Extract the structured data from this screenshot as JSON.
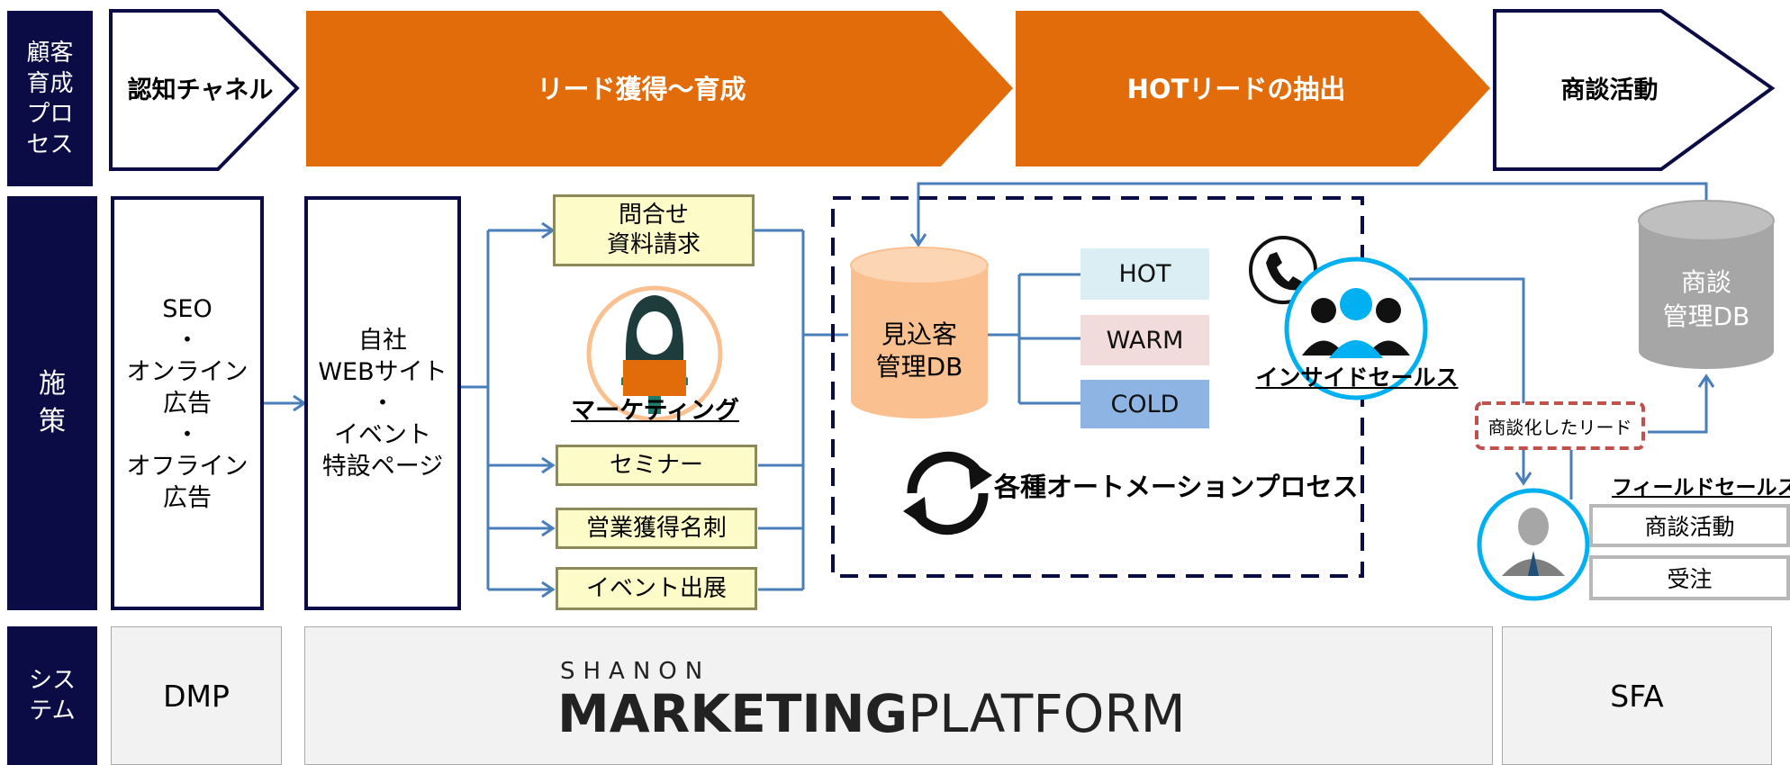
{
  "rows": {
    "process": "顧客\n育成\nプロ\nセス",
    "measures": "施\n策",
    "system": "シス\nテム"
  },
  "steps": [
    {
      "label": "認知チャネル"
    },
    {
      "label": "リード獲得〜育成"
    },
    {
      "label": "HOTリードの抽出"
    },
    {
      "label": "商談活動"
    }
  ],
  "channels": {
    "awareness": "SEO\n・\nオンライン\n広告\n・\nオフライン\n広告",
    "website": "自社\nWEBサイト\n・\nイベント\n特設ページ"
  },
  "lead_sources": [
    "問合せ\n資料請求",
    "セミナー",
    "営業獲得名刺",
    "イベント出展"
  ],
  "marketing_label": "マーケティング",
  "prospect_db": "見込客\n管理DB",
  "statuses": [
    {
      "label": "HOT",
      "color": "#daeef3"
    },
    {
      "label": "WARM",
      "color": "#f2dcdb"
    },
    {
      "label": "COLD",
      "color": "#8eb4e3"
    }
  ],
  "automation_label": "各種オートメーションプロセス",
  "inside_sales_label": "インサイドセールス",
  "deal_db": "商談\n管理DB",
  "converted_lead": "商談化したリード",
  "field_sales_label": "フィールドセールス",
  "field_tasks": [
    "商談活動",
    "受注"
  ],
  "systems": {
    "dmp": "DMP",
    "platform_top": "SHANON",
    "platform_bold": "MARKETING",
    "platform_light": "PLATFORM",
    "sfa": "SFA"
  },
  "colors": {
    "navy": "#0b0b45",
    "orange": "#e36c0a",
    "blue": "#4a7ebb",
    "cyan": "#00b0f0",
    "peach": "#fac090",
    "gray": "#a6a6a6",
    "red": "#c0504d"
  },
  "icons": [
    "phone-icon",
    "headset-team-icon",
    "person-icon",
    "cycle-arrows-icon",
    "businessman-icon"
  ]
}
